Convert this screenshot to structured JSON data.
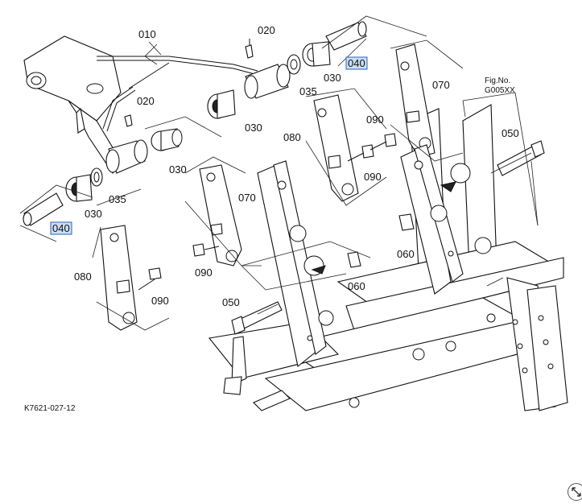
{
  "diagram": {
    "figure_no_label": "Fig.No.",
    "figure_no_value": "G005XX",
    "drawing_code": "K7621-027-12",
    "callouts": {
      "c010": "010",
      "c020a": "020",
      "c020b": "020",
      "c030a": "030",
      "c030b": "030",
      "c030c": "030",
      "c030d": "030",
      "c035a": "035",
      "c035b": "035",
      "c040a": "040",
      "c040b": "040",
      "c050a": "050",
      "c050b": "050",
      "c060a": "060",
      "c060b": "060",
      "c070a": "070",
      "c070b": "070",
      "c080a": "080",
      "c080b": "080",
      "c090a": "090",
      "c090b": "090",
      "c090c": "090",
      "c090d": "090"
    },
    "highlight_color": "#c9def5"
  }
}
